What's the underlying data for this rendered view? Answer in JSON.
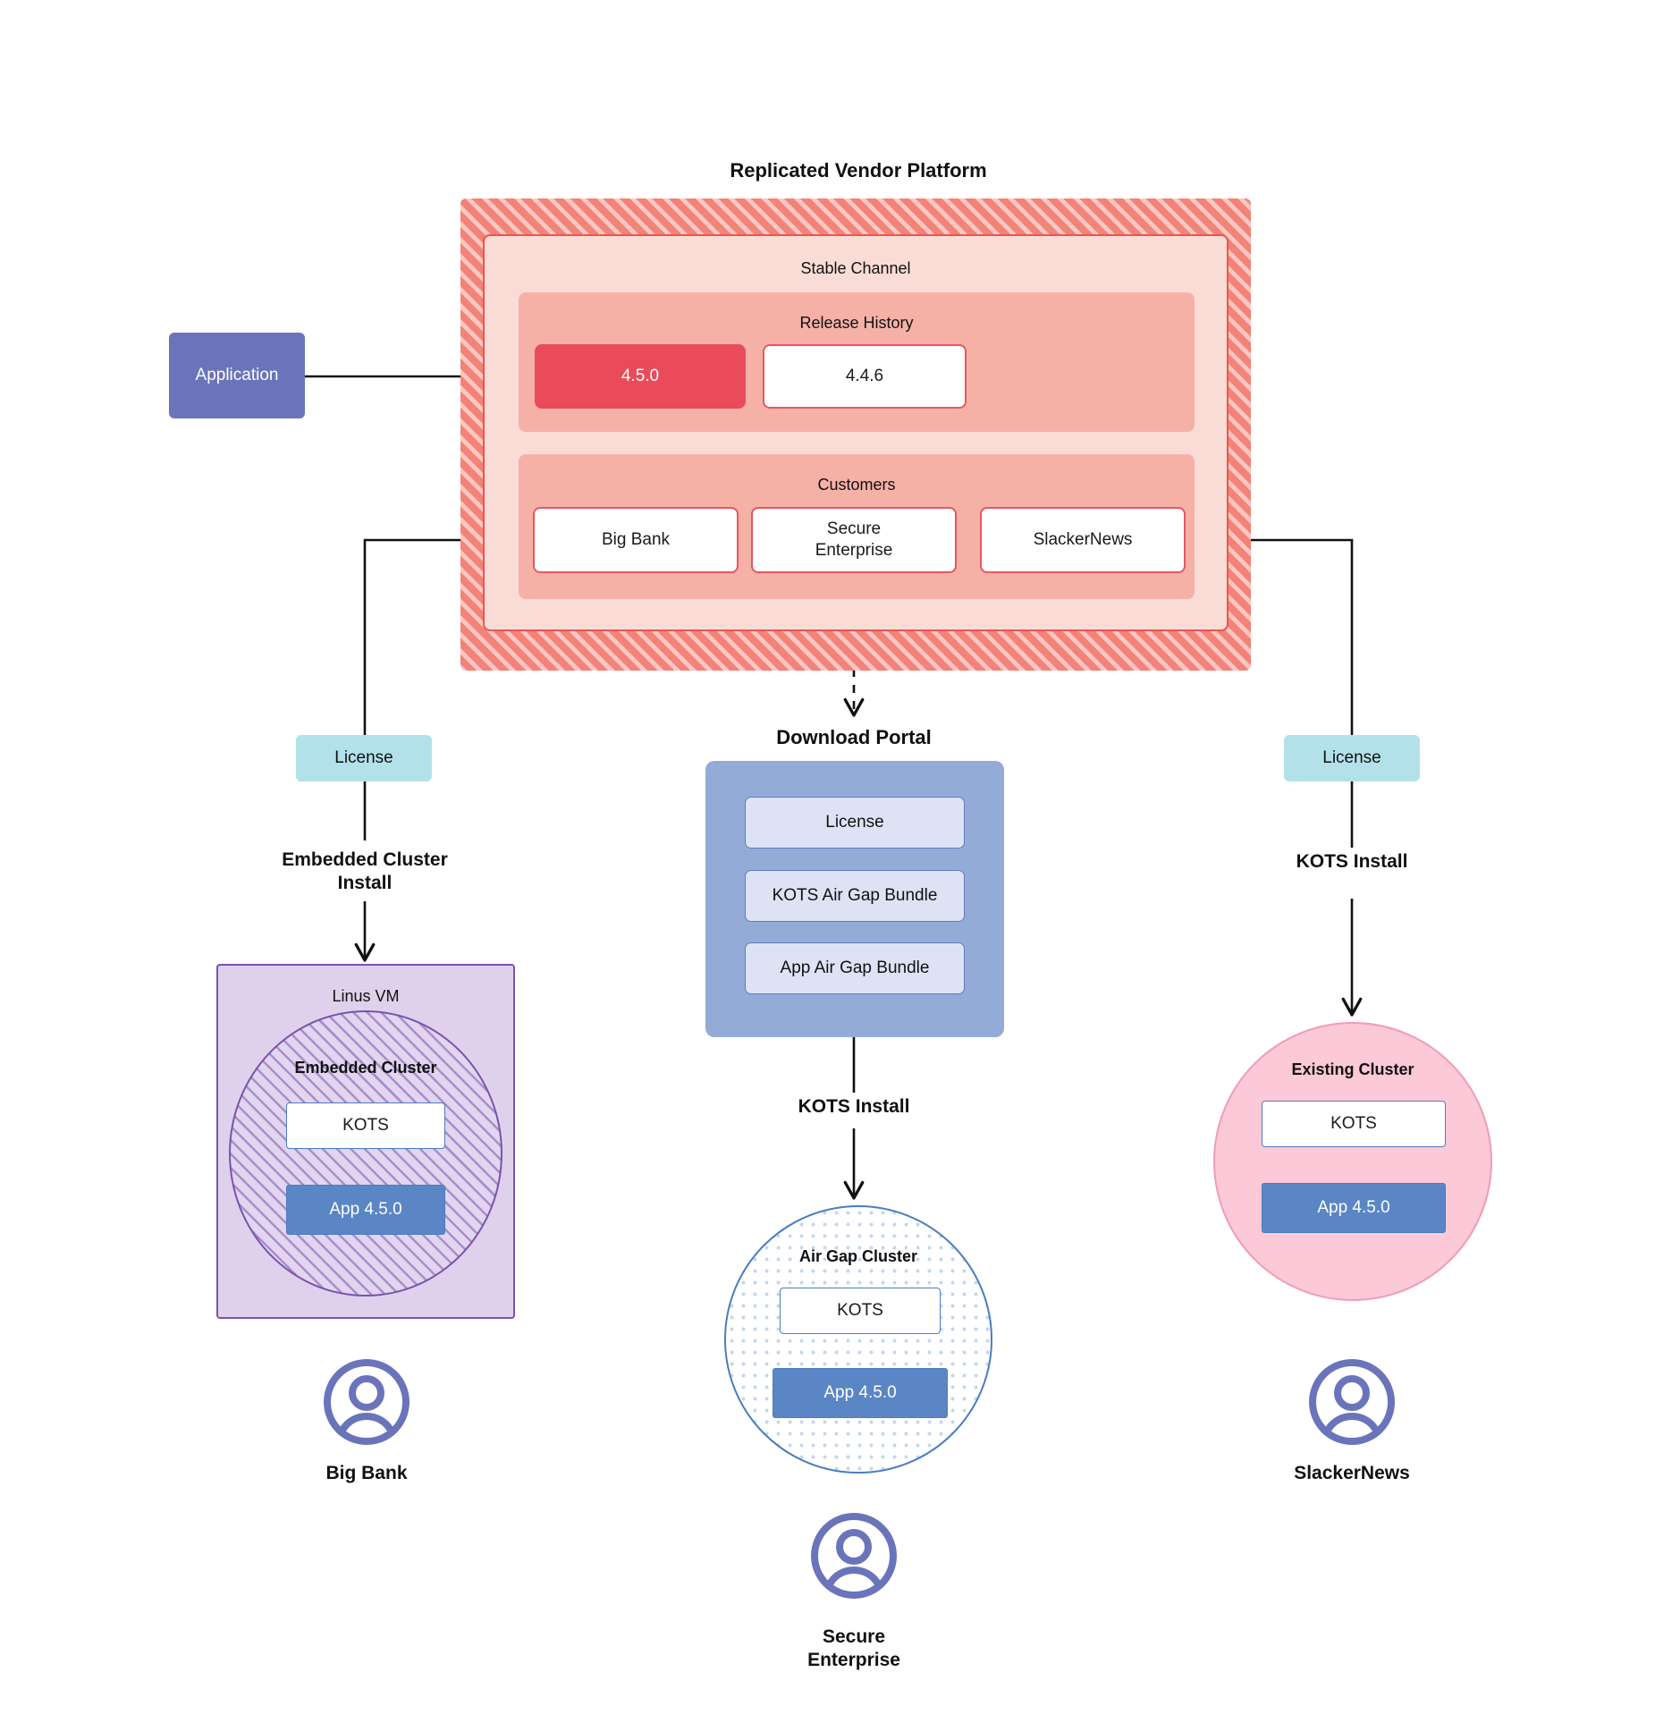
{
  "diagram": {
    "title": "Replicated Vendor Platform",
    "platform": {
      "channel_label": "Stable Channel",
      "release_history": {
        "label": "Release History",
        "releases": [
          {
            "version": "4.5.0",
            "state": "active"
          },
          {
            "version": "4.4.6",
            "state": "previous"
          }
        ]
      },
      "customers": {
        "label": "Customers",
        "items": [
          {
            "name": "Big Bank"
          },
          {
            "name": "Secure\nEnterprise"
          },
          {
            "name": "SlackerNews"
          }
        ]
      }
    },
    "application_node": {
      "label": "Application"
    },
    "download_portal": {
      "title": "Download  Portal",
      "items": [
        {
          "label": "License"
        },
        {
          "label": "KOTS Air Gap Bundle"
        },
        {
          "label": "App Air Gap Bundle"
        }
      ]
    },
    "branches": {
      "left": {
        "license_label": "License",
        "install_label": "Embedded Cluster\nInstall",
        "host_label": "Linus VM",
        "cluster_label": "Embedded Cluster",
        "kots_label": "KOTS",
        "app_label": "App 4.5.0",
        "persona_label": "Big Bank",
        "persona_icon": "user-avatar-icon"
      },
      "middle": {
        "install_label": "KOTS Install",
        "cluster_label": "Air Gap Cluster",
        "kots_label": "KOTS",
        "app_label": "App 4.5.0",
        "persona_label": "Secure\nEnterprise",
        "persona_icon": "user-avatar-icon"
      },
      "right": {
        "license_label": "License",
        "install_label": "KOTS Install",
        "cluster_label": "Existing Cluster",
        "kots_label": "KOTS",
        "app_label": "App 4.5.0",
        "persona_label": "SlackerNews",
        "persona_icon": "user-avatar-icon"
      }
    },
    "colors": {
      "platform_hatch": "#f38278",
      "channel_fill": "#fadcd6",
      "band_fill": "#f6b1a7",
      "release_active": "#e94b5b",
      "accent_red_border": "#e9565f",
      "application_fill": "#6a74ba",
      "license_fill": "#b3e1ea",
      "portal_fill": "#94abd8",
      "portal_item_fill": "#dde3f5",
      "vm_fill": "#dfd1ec",
      "vm_border": "#7b52ab",
      "airgap_border": "#4a7cc0",
      "existing_cluster_fill": "#fbc9d7",
      "existing_cluster_border": "#f09cb4",
      "app_fill": "#5b86c5",
      "persona_icon": "#6a74ba",
      "connector": "#111111"
    }
  }
}
